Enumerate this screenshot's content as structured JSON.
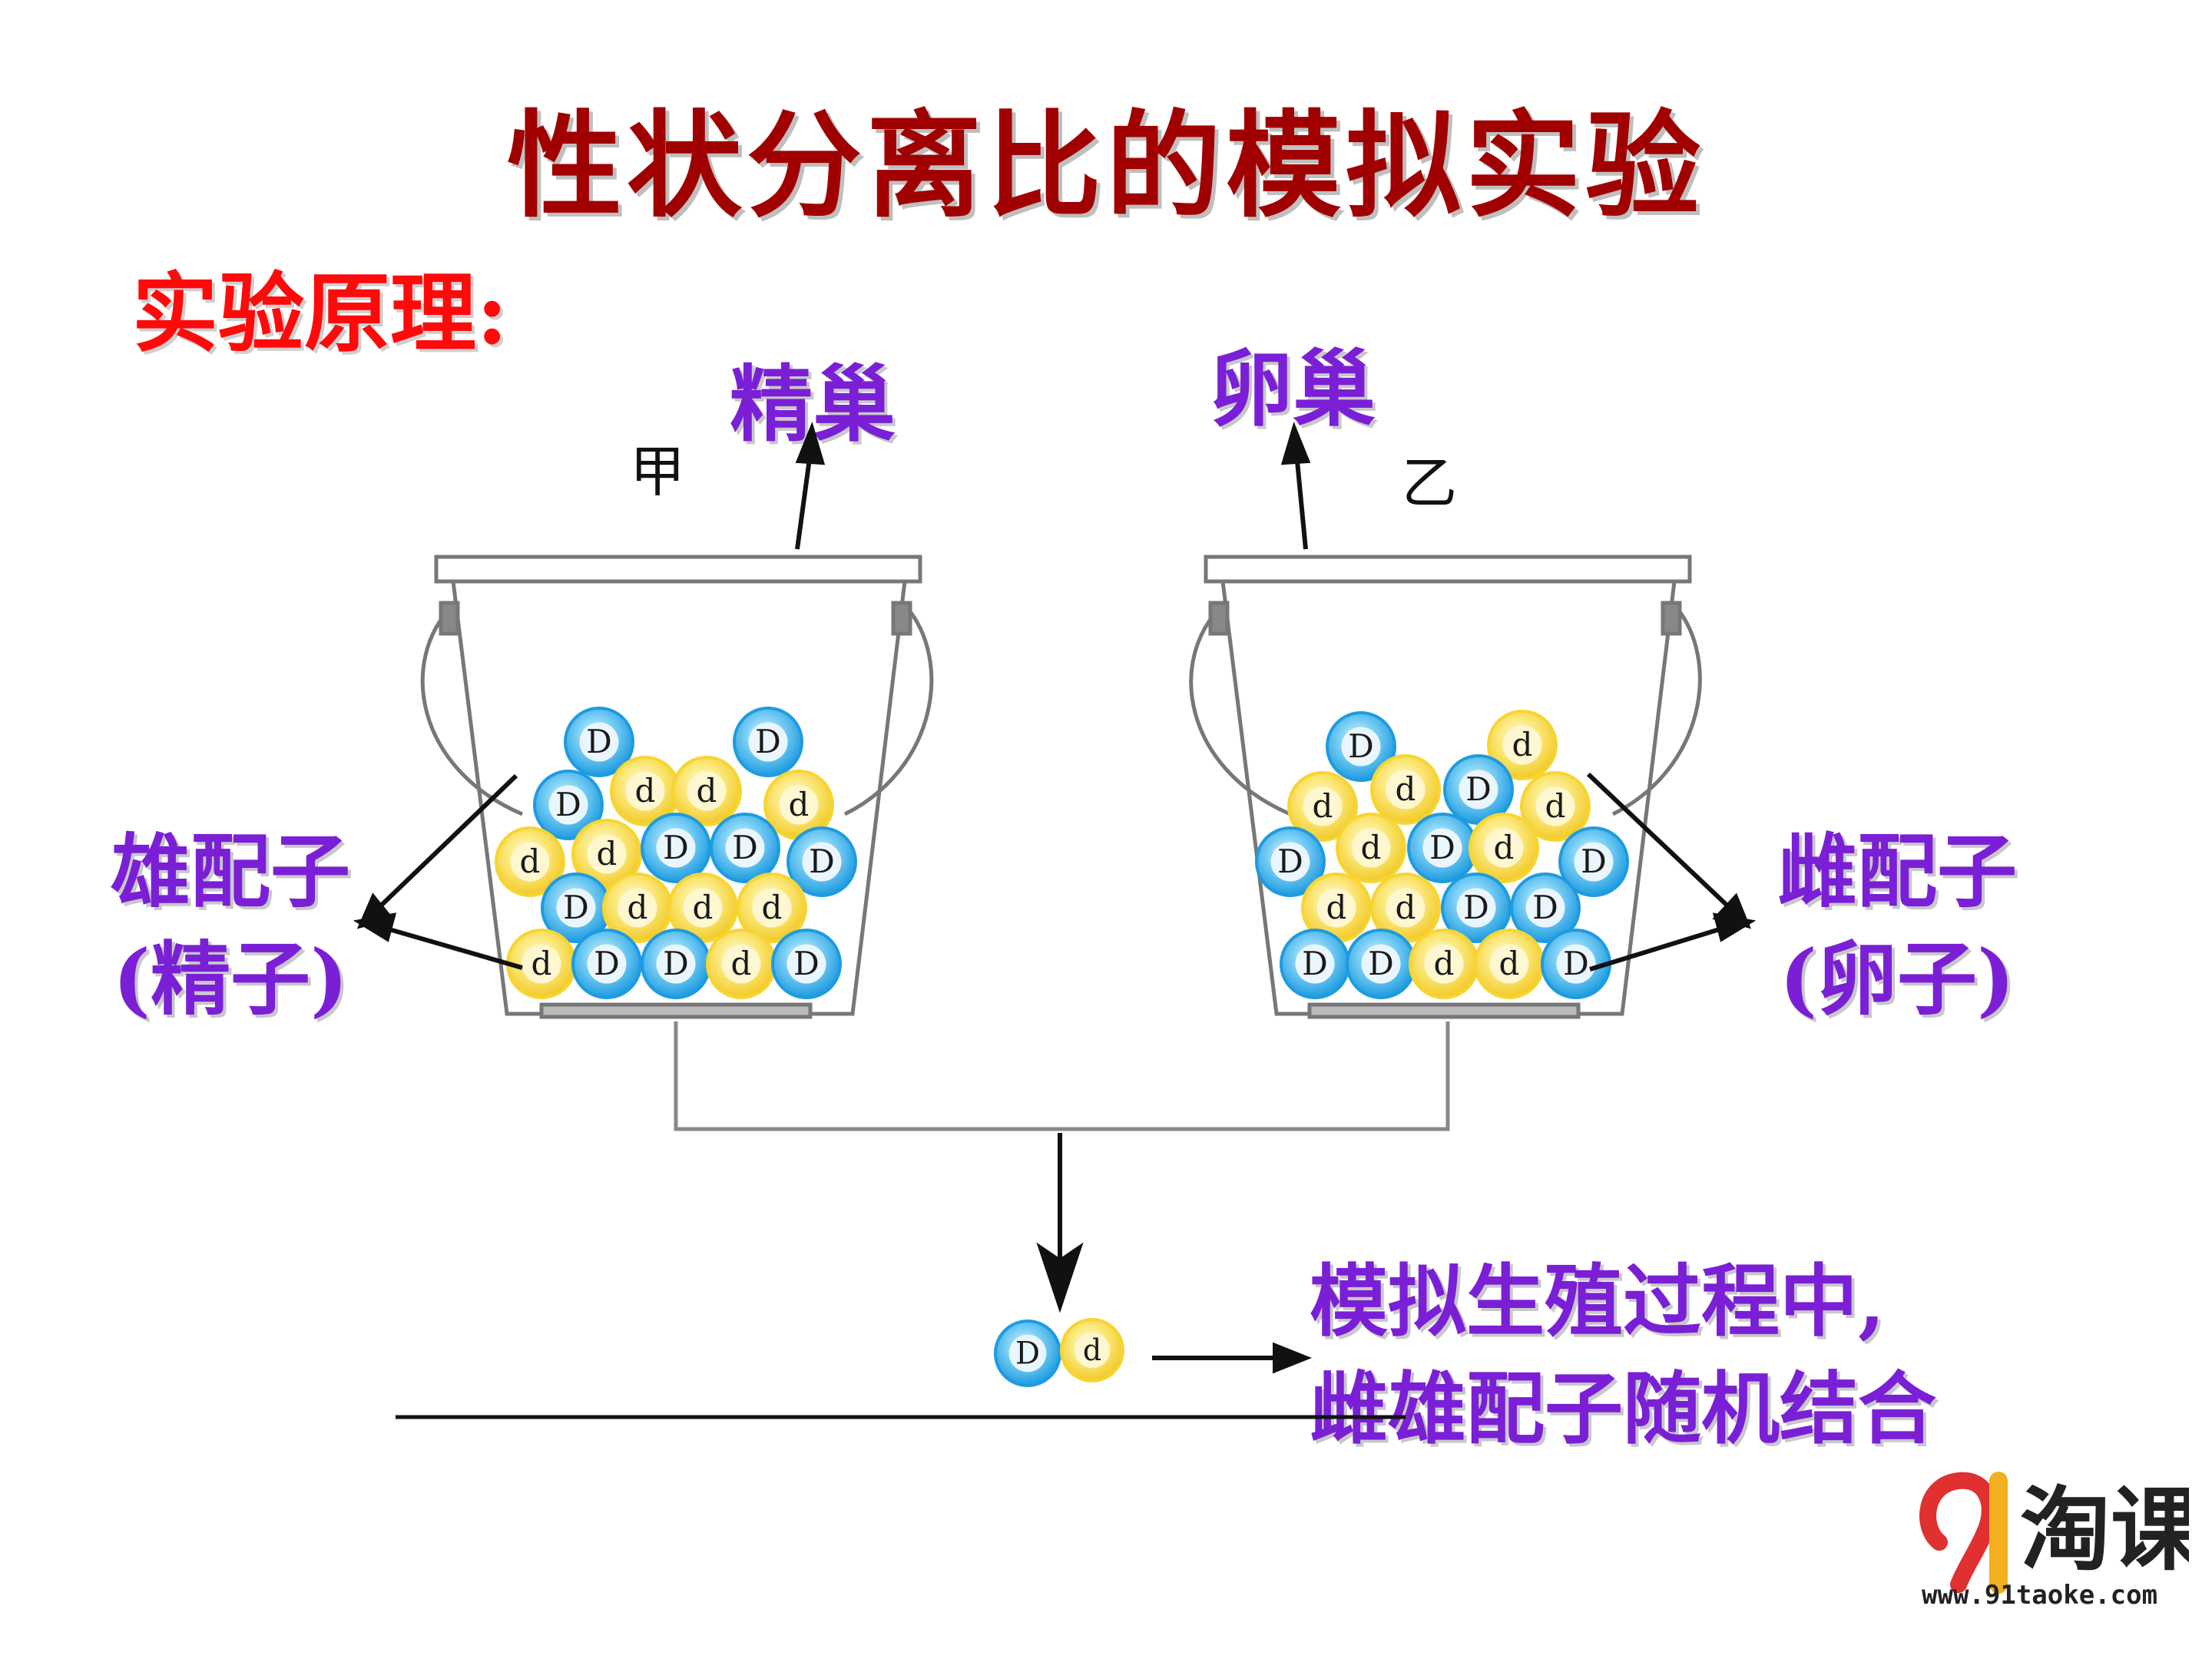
{
  "title": "性状分离比的模拟实验",
  "principle_label": "实验原理:",
  "organs": {
    "testis": "精巢",
    "ovary": "卵巢"
  },
  "buckets": {
    "left": "甲",
    "right": "乙"
  },
  "male_gamete": {
    "line1": "雄配子",
    "line2": "(精子)"
  },
  "female_gamete": {
    "line1": "雌配子",
    "line2": "(卵子)"
  },
  "result": {
    "line1": "模拟生殖过程中,",
    "line2": "雌雄配子随机结合"
  },
  "alleles": {
    "dominant": "D",
    "recessive": "d"
  },
  "logo": {
    "brand": "淘课",
    "digit": "9",
    "url": "www.91taoke.com"
  },
  "colors": {
    "title": "#a00000",
    "principle": "#ff0a0a",
    "label": "#7a1fd6",
    "dominant_ball": "#1e9be0",
    "recessive_ball": "#f7d531"
  }
}
